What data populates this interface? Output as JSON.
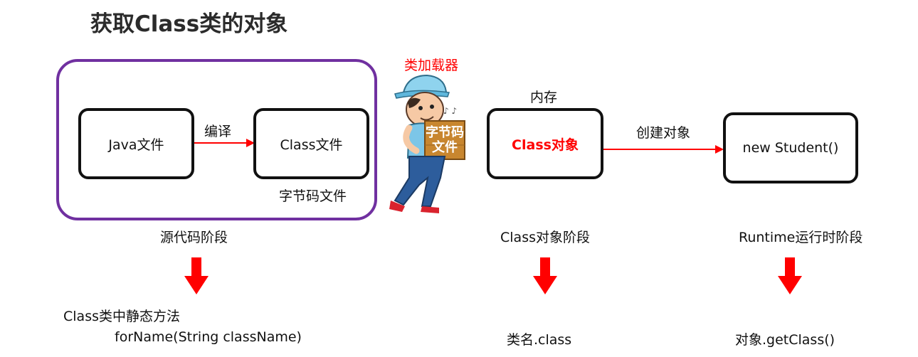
{
  "title": "获取Class类的对象",
  "loader": {
    "label": "类加载器",
    "box_line1": "字节码",
    "box_line2": "文件"
  },
  "source_stage": {
    "java_file": "Java文件",
    "compile_label": "编译",
    "class_file": "Class文件",
    "bytecode_label": "字节码文件",
    "stage_label": "源代码阶段",
    "method_title": "Class类中静态方法",
    "method": "forName(String className)"
  },
  "class_stage": {
    "memory_label": "内存",
    "class_object": "Class对象",
    "stage_label": "Class对象阶段",
    "method": "类名.class"
  },
  "runtime_stage": {
    "create_label": "创建对象",
    "new_student": "new Student()",
    "stage_label": "Runtime运行时阶段",
    "method": "对象.getClass()"
  },
  "colors": {
    "accent_red": "#ff0000",
    "group_border": "#7030a0",
    "crate": "#c8862f"
  }
}
